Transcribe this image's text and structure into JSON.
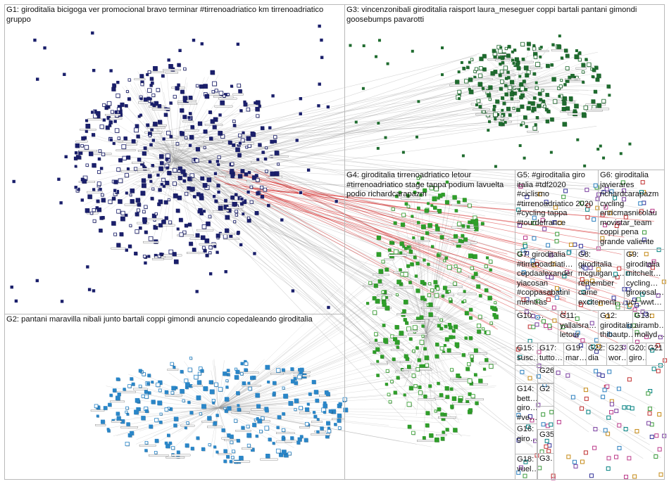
{
  "groups": [
    {
      "id": "G1",
      "label": "G1: giroditalia bicigoga ver promocional bravo terminar #tirrenoadriatico km tirrenoadriatico gruppo"
    },
    {
      "id": "G2",
      "label": "G2: pantani maravilla nibali junto bartali coppi gimondi anuncio copedaleando giroditalia"
    },
    {
      "id": "G3",
      "label": "G3: vincenzonibali giroditalia raisport laura_meseguer coppi bartali pantani gimondi goosebumps pavarotti"
    },
    {
      "id": "G4",
      "label": "G4: giroditalia tirrenoadriatico letour #tirrenoadriatico stage tappa podium lavuelta podio richardcarapazm"
    },
    {
      "id": "G5",
      "label": "G5: #giroditalia giro italia #tdf2020 #ciclismo #tirrenoadriatico 2020 #cycling tappa #tourdefrance"
    },
    {
      "id": "G6",
      "label": "G6: giroditalia javierares richardcarapazm cycling enricmasnicolau movistar_team coppi pena grande valiente"
    },
    {
      "id": "G7",
      "label": "G7: giroditalia #tirrenoadriati… cepdaalexander yiacosan #coppasabatini mientras"
    },
    {
      "id": "G8",
      "label": "G8: giroditalia mcguigan_… remember came excitement…"
    },
    {
      "id": "G9",
      "label": "G9: giroditalia mitchelt… cycling… girorosal… uci_wwt…"
    },
    {
      "id": "G10",
      "label": "G10: …"
    },
    {
      "id": "G11",
      "label": "G11: yallaisra… letour"
    },
    {
      "id": "G12",
      "label": "G12: giroditalia thibautp…"
    },
    {
      "id": "G13",
      "label": "G13: airamb… mollyd…"
    },
    {
      "id": "G15",
      "label": "G15: susc…"
    },
    {
      "id": "G17",
      "label": "G17: tutto…"
    },
    {
      "id": "G19",
      "label": "G19: mar…"
    },
    {
      "id": "G22",
      "label": "G22: dia"
    },
    {
      "id": "G23",
      "label": "G23: wor…"
    },
    {
      "id": "G20",
      "label": "G20: giro…"
    },
    {
      "id": "G21",
      "label": "G21"
    },
    {
      "id": "G14",
      "label": "G14: bett… giro… #ve…"
    },
    {
      "id": "G16",
      "label": "G16: giro…"
    },
    {
      "id": "G18",
      "label": "G18: vuel…"
    },
    {
      "id": "G26",
      "label": "G26"
    },
    {
      "id": "G3x",
      "label": "G3…"
    },
    {
      "id": "G2x",
      "label": "G2"
    },
    {
      "id": "G35",
      "label": "G35"
    }
  ],
  "colors": {
    "g1_nodes": "#1a1f6b",
    "g2_nodes": "#2a86c8",
    "g3_nodes": "#1e6b2e",
    "g4_nodes": "#2f9e2a",
    "edge_gray": "#8a8a8a",
    "edge_red": "#d42020",
    "panel_border": "#b9b9b9"
  }
}
